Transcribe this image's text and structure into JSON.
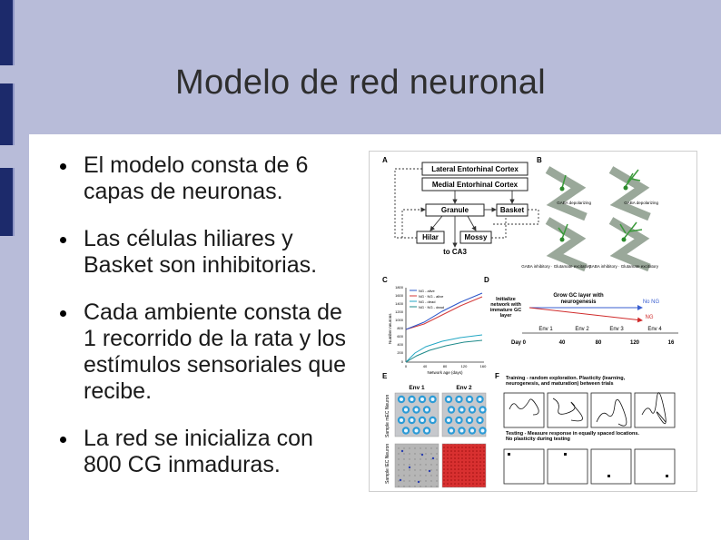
{
  "slide": {
    "title": "Modelo de red neuronal",
    "bullets": [
      "El modelo consta de 6 capas de neuronas.",
      "Las células hiliares y Basket son inhibitorias.",
      "Cada ambiente consta de 1 recorrido de la rata y los estímulos sensoriales que recibe.",
      "La red se inicializa con 800 CG inmaduras."
    ]
  },
  "figure": {
    "panel_labels": [
      "A",
      "B",
      "C",
      "D",
      "E",
      "F"
    ],
    "a": {
      "lec": "Lateral Entorhinal Cortex",
      "mec": "Medial Entorhinal Cortex",
      "granule": "Granule",
      "basket": "Basket",
      "hilar": "Hilar",
      "mossy": "Mossy",
      "ca3": "to CA3"
    },
    "b": {
      "labels": [
        "GABA depolarizing",
        "GABA depolarizing",
        "GABA inhibitory · Glutamate excitatory",
        "GABA inhibitory · Glutamate excitatory"
      ]
    },
    "c": {
      "ylabel": "Number neurons",
      "xlabel": "Network age (days)",
      "yticks": [
        "1800",
        "1600",
        "1400",
        "1200",
        "1000",
        "800",
        "600",
        "400",
        "200",
        "0"
      ],
      "xticks": [
        "0",
        "40",
        "80",
        "120",
        "160"
      ],
      "legend": [
        "NG - alive",
        "NG · NG - alive",
        "NG - dead",
        "NG · NG - dead"
      ]
    },
    "d": {
      "init": "Initialize network with immature GC layer",
      "grow": "Grow GC layer with neurogenesis",
      "no_ng": "No NG",
      "ng": "NG",
      "envs": [
        "Env 1",
        "Env 2",
        "Env 3",
        "Env 4"
      ],
      "days": [
        "Day 0",
        "40",
        "80",
        "120",
        "16"
      ]
    },
    "e": {
      "env1": "Env 1",
      "env2": "Env 2",
      "row1": "Sample mEC Neuron",
      "row2": "Sample lEC Neuron"
    },
    "f": {
      "training": "Training - random exploration.  Plasticity (learning, neurogenesis, and maturation) between trials",
      "testing": "Testing - Measure response in equally spaced locations. No plasticity during testing"
    },
    "colors": {
      "blue_line": "#2a55c9",
      "red_line": "#d43a3a",
      "cyan_line": "#23a7c4",
      "teal_line": "#1e8a8a",
      "no_ng_arrow": "#3a5fd0",
      "ng_arrow": "#d02b2b"
    }
  }
}
